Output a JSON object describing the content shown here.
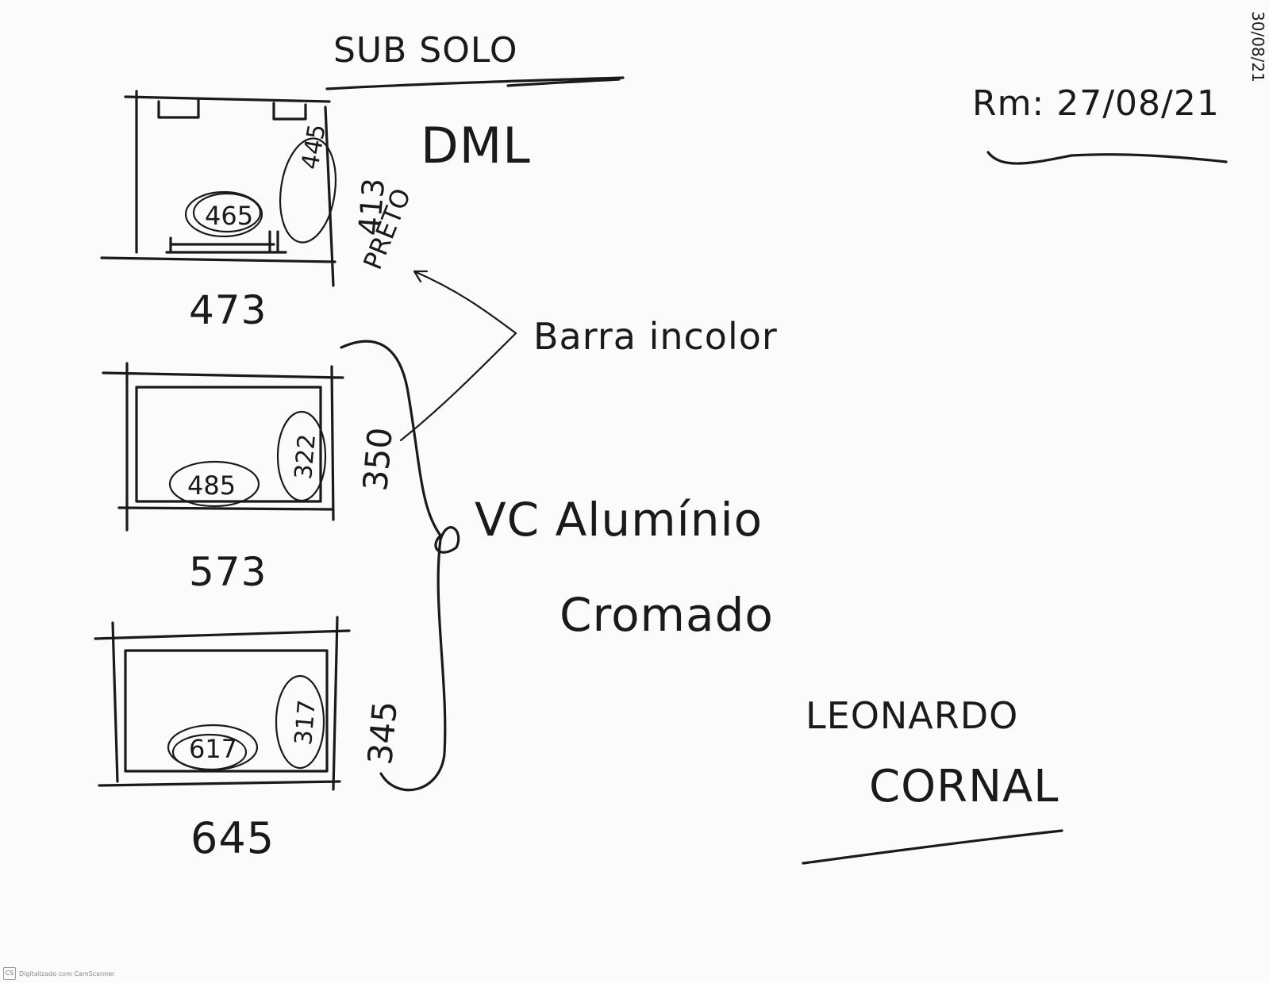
{
  "header": {
    "title": "SUB SOLO",
    "date_mark": "30/08/21",
    "rm_date": "Rm: 27/08/21"
  },
  "notes": {
    "dml": "DML",
    "side_label": "413",
    "preto": "PRETO",
    "barra": "Barra incolor",
    "vc_line1": "VC Alumínio",
    "vc_line2": "Cromado"
  },
  "frames": [
    {
      "width_label": "473",
      "height_label": "",
      "oval_bottom": "465",
      "oval_right": "445"
    },
    {
      "width_label": "573",
      "height_label": "350",
      "oval_bottom": "485",
      "oval_right": "322"
    },
    {
      "width_label": "645",
      "height_label": "345",
      "oval_bottom": "617",
      "oval_right": "317"
    }
  ],
  "signature": {
    "line1": "LEONARDO",
    "line2": "CORNAL"
  },
  "footer": {
    "cs_badge": "CS",
    "text": "Digitalizado com CamScanner"
  }
}
